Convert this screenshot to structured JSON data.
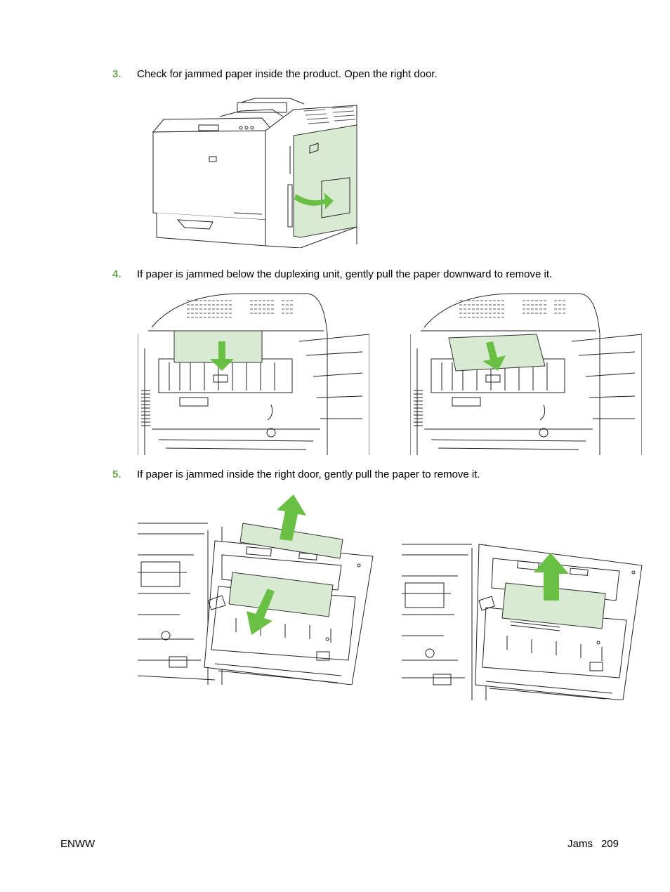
{
  "steps": [
    {
      "number": "3.",
      "text": "Check for jammed paper inside the product. Open the right door."
    },
    {
      "number": "4.",
      "text": "If paper is jammed below the duplexing unit, gently pull the paper downward to remove it."
    },
    {
      "number": "5.",
      "text": "If paper is jammed inside the right door, gently pull the paper to remove it."
    }
  ],
  "footer": {
    "left": "ENWW",
    "section": "Jams",
    "page": "209"
  },
  "colors": {
    "step_number": "#6aa84f",
    "highlight_fill": "#d9ead3",
    "arrow": "#6abf45"
  },
  "figures": [
    {
      "id": "printer-right-door-open",
      "icon": "printer-illustration"
    },
    {
      "id": "duplex-jam-pull-down-1",
      "icon": "printer-interior-illustration"
    },
    {
      "id": "duplex-jam-pull-down-2",
      "icon": "printer-interior-illustration"
    },
    {
      "id": "right-door-jam-1",
      "icon": "printer-door-illustration"
    },
    {
      "id": "right-door-jam-2",
      "icon": "printer-door-illustration"
    }
  ]
}
